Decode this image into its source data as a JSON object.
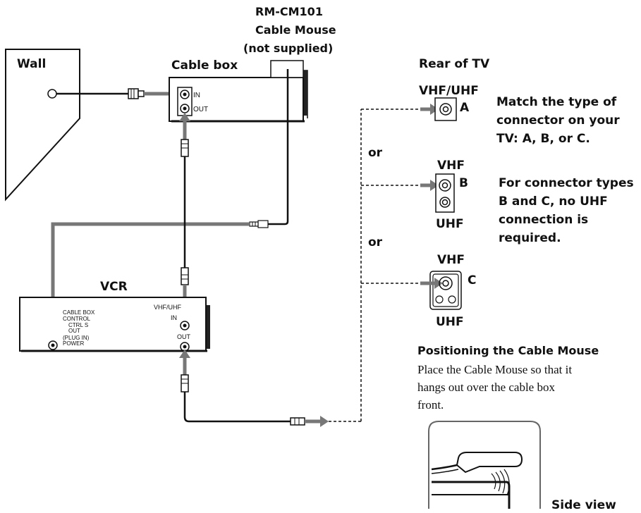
{
  "labels": {
    "cable_mouse_model": "RM-CM101",
    "cable_mouse_name": "Cable Mouse",
    "cable_mouse_note": "(not supplied)",
    "wall": "Wall",
    "cable_box": "Cable box",
    "cable_box_in": "IN",
    "cable_box_out": "OUT",
    "vcr": "VCR",
    "vcr_cable_box_control": [
      "CABLE BOX",
      "CONTROL",
      "CTRL S",
      "OUT",
      "(PLUG IN)",
      "POWER"
    ],
    "vcr_vhf_uhf": "VHF/UHF",
    "vcr_in": "IN",
    "vcr_out": "OUT",
    "rear_of_tv": "Rear of TV",
    "vhf_uhf": "VHF/UHF",
    "connector_a": "A",
    "or_1": "or",
    "vhf_b": "VHF",
    "connector_b": "B",
    "uhf_b": "UHF",
    "or_2": "or",
    "vhf_c": "VHF",
    "connector_c": "C",
    "uhf_c": "UHF",
    "side_view": "Side view"
  },
  "notes": {
    "match_connector": [
      "Match the type of",
      "connector on your",
      "TV: A, B, or C."
    ],
    "no_uhf": [
      "For connector types",
      "B and C, no UHF",
      "connection is",
      "required."
    ]
  },
  "positioning": {
    "heading": "Positioning the Cable Mouse",
    "body": [
      "Place the Cable Mouse so that it",
      "hangs out over the cable box",
      "front."
    ]
  }
}
